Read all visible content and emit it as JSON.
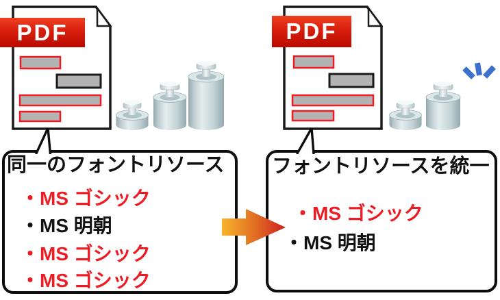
{
  "before": {
    "pdf_badge": "PDF",
    "callout": {
      "title": "同一のフォントリソース",
      "items": [
        {
          "text": "・MS ゴシック",
          "color": "#ed1c24"
        },
        {
          "text": "・MS 明朝",
          "color": "#111111"
        },
        {
          "text": "・MS ゴシック",
          "color": "#ed1c24"
        },
        {
          "text": "・MS ゴシック",
          "color": "#ed1c24"
        }
      ]
    },
    "weight_icons": 3
  },
  "after": {
    "pdf_badge": "PDF",
    "callout": {
      "title": "フォントリソースを統一",
      "items": [
        {
          "text": "・MS ゴシック",
          "color": "#ed1c24"
        },
        {
          "text": "・MS 明朝",
          "color": "#111111"
        }
      ]
    },
    "weight_icons": 2
  },
  "colors": {
    "red_text": "#ed1c24",
    "black_text": "#111111",
    "badge_red_top": "#ee4023",
    "badge_red_bottom": "#b80b00",
    "bar_fill": "#b3b3b3",
    "page_border": "#1a1a1a",
    "arrow_start": "#f7b42c",
    "arrow_end": "#cc2020",
    "sparkle_blue": "#3b70cc",
    "weight_body": "#c3d2d5"
  }
}
